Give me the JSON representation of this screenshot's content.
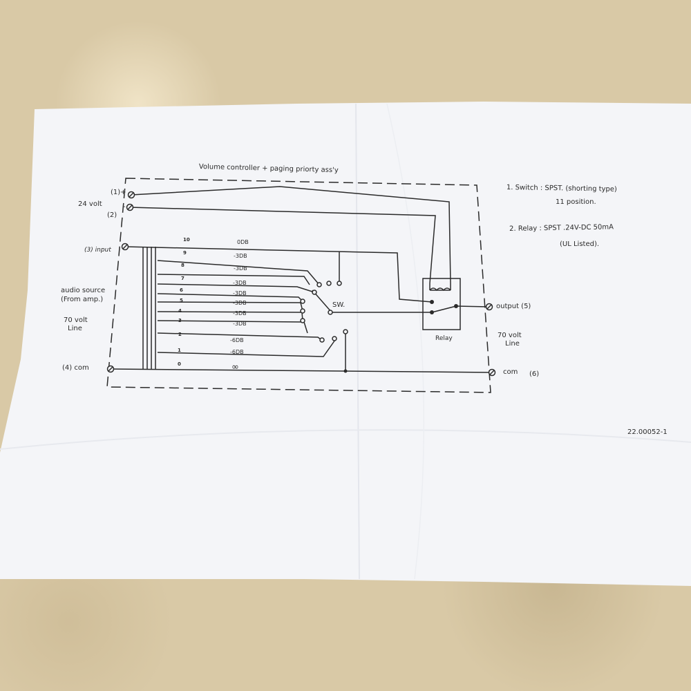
{
  "title": "Volume controller + paging priorty ass'y",
  "terminals": {
    "t1": "(1)+",
    "t2": "(2)",
    "t2_sign": "-",
    "supply": "24 volt",
    "t3": "(3) input",
    "t4": "(4)  com",
    "t5": "output (5)",
    "t6": "com",
    "t6_num": "(6)"
  },
  "source": {
    "line1": "audio source",
    "line2": "(From amp.)",
    "line3": "70 volt",
    "line4": "Line"
  },
  "output_line": {
    "line1": "70 volt",
    "line2": "Line"
  },
  "switch_positions": [
    {
      "num": "10",
      "db": "0DB"
    },
    {
      "num": "9",
      "db": "-3DB"
    },
    {
      "num": "8",
      "db": "-3DB"
    },
    {
      "num": "7",
      "db": "-3DB"
    },
    {
      "num": "6",
      "db": "-3DB"
    },
    {
      "num": "5",
      "db": "-3DB"
    },
    {
      "num": "4",
      "db": "-3DB"
    },
    {
      "num": "3",
      "db": "-3DB"
    },
    {
      "num": "2",
      "db": "-6DB"
    },
    {
      "num": "1",
      "db": "-6DB"
    },
    {
      "num": "0",
      "db": "∞"
    }
  ],
  "switch_label": "SW.",
  "relay_label": "Relay",
  "notes": {
    "n1_line1": "1.  Switch  :  SPST.  (shorting type)",
    "n1_line2": "11  position.",
    "n2_line1": "2.  Relay   :  SPST .24V-DC  50mA",
    "n2_line2": "(UL Listed)."
  },
  "part_number": "22.00052-1",
  "colors": {
    "paper": "#f4f5f8",
    "ink": "#2a2a2a",
    "background": "#d9c9a6"
  }
}
